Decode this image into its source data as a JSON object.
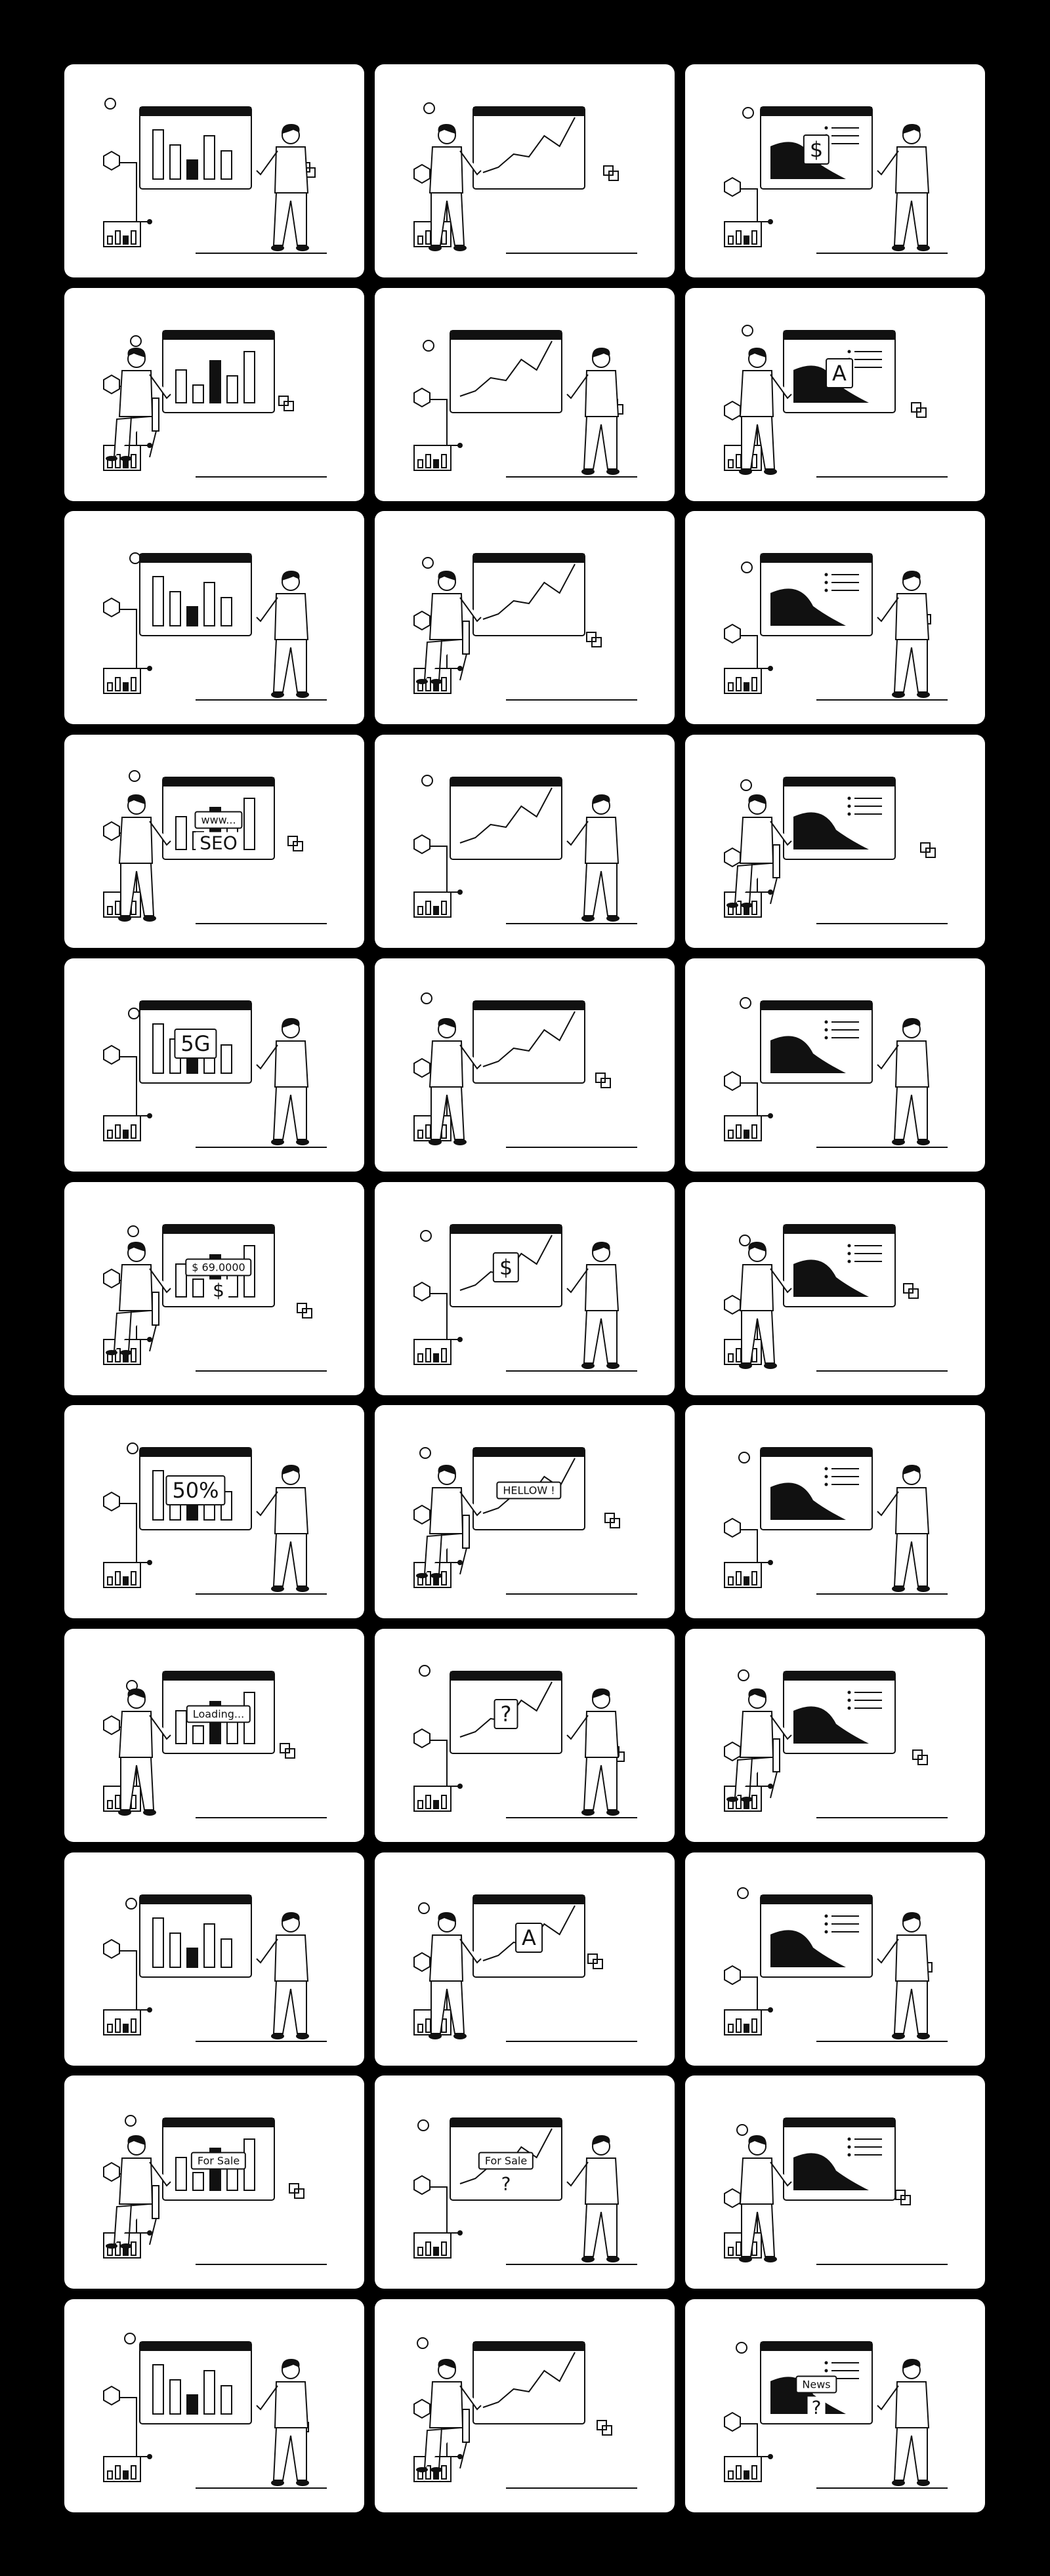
{
  "colors": {
    "background": "#000000",
    "card": "#ffffff",
    "ink": "#111111"
  },
  "cards": [
    {
      "illustration": "presentation-woman-screen",
      "texts": []
    },
    {
      "illustration": "team-meeting-whiteboard",
      "texts": []
    },
    {
      "illustration": "mobile-finance-dashboard",
      "texts": [
        "$"
      ]
    },
    {
      "illustration": "analyst-at-desk-reports",
      "texts": []
    },
    {
      "illustration": "idea-lightbulb-data",
      "texts": []
    },
    {
      "illustration": "graphic-design-workspace",
      "texts": [
        "A"
      ]
    },
    {
      "illustration": "growth-chart-meeting",
      "texts": []
    },
    {
      "illustration": "monitor-analytics",
      "texts": []
    },
    {
      "illustration": "candlestick-trading",
      "texts": []
    },
    {
      "illustration": "seo-search",
      "texts": [
        "www...",
        "SEO"
      ]
    },
    {
      "illustration": "business-growth-arrow",
      "texts": []
    },
    {
      "illustration": "web-designer-desk",
      "texts": []
    },
    {
      "illustration": "5g-mobile-network",
      "texts": [
        "5G"
      ]
    },
    {
      "illustration": "brain-lightbulb-ai",
      "texts": []
    },
    {
      "illustration": "cloud-upload-server",
      "texts": []
    },
    {
      "illustration": "card-payment-terminal",
      "texts": [
        "$ 69.0000",
        "$"
      ]
    },
    {
      "illustration": "crypto-mobile-wallet",
      "texts": [
        "$"
      ]
    },
    {
      "illustration": "smart-home-control",
      "texts": []
    },
    {
      "illustration": "mobile-charging-battery",
      "texts": [
        "50%"
      ]
    },
    {
      "illustration": "chatbot-mobile",
      "texts": [
        "HELLOW !"
      ]
    },
    {
      "illustration": "tablet-health-monitor",
      "texts": []
    },
    {
      "illustration": "wifi-connection-settings",
      "texts": [
        "Loading..."
      ]
    },
    {
      "illustration": "construction-crane-building",
      "texts": [
        "?"
      ]
    },
    {
      "illustration": "house-renovation-painter",
      "texts": []
    },
    {
      "illustration": "billboard-city-painter",
      "texts": []
    },
    {
      "illustration": "digital-marketing-desk",
      "texts": [
        "A"
      ]
    },
    {
      "illustration": "design-tablet-pen",
      "texts": []
    },
    {
      "illustration": "house-for-sale",
      "texts": [
        "For Sale"
      ]
    },
    {
      "illustration": "real-estate-agents",
      "texts": [
        "For Sale",
        "?"
      ]
    },
    {
      "illustration": "architect-building-plan",
      "texts": []
    },
    {
      "illustration": "video-production-studio",
      "texts": []
    },
    {
      "illustration": "cloud-computing-team",
      "texts": []
    },
    {
      "illustration": "news-broadcast-studio",
      "texts": [
        "News",
        "?"
      ]
    }
  ]
}
